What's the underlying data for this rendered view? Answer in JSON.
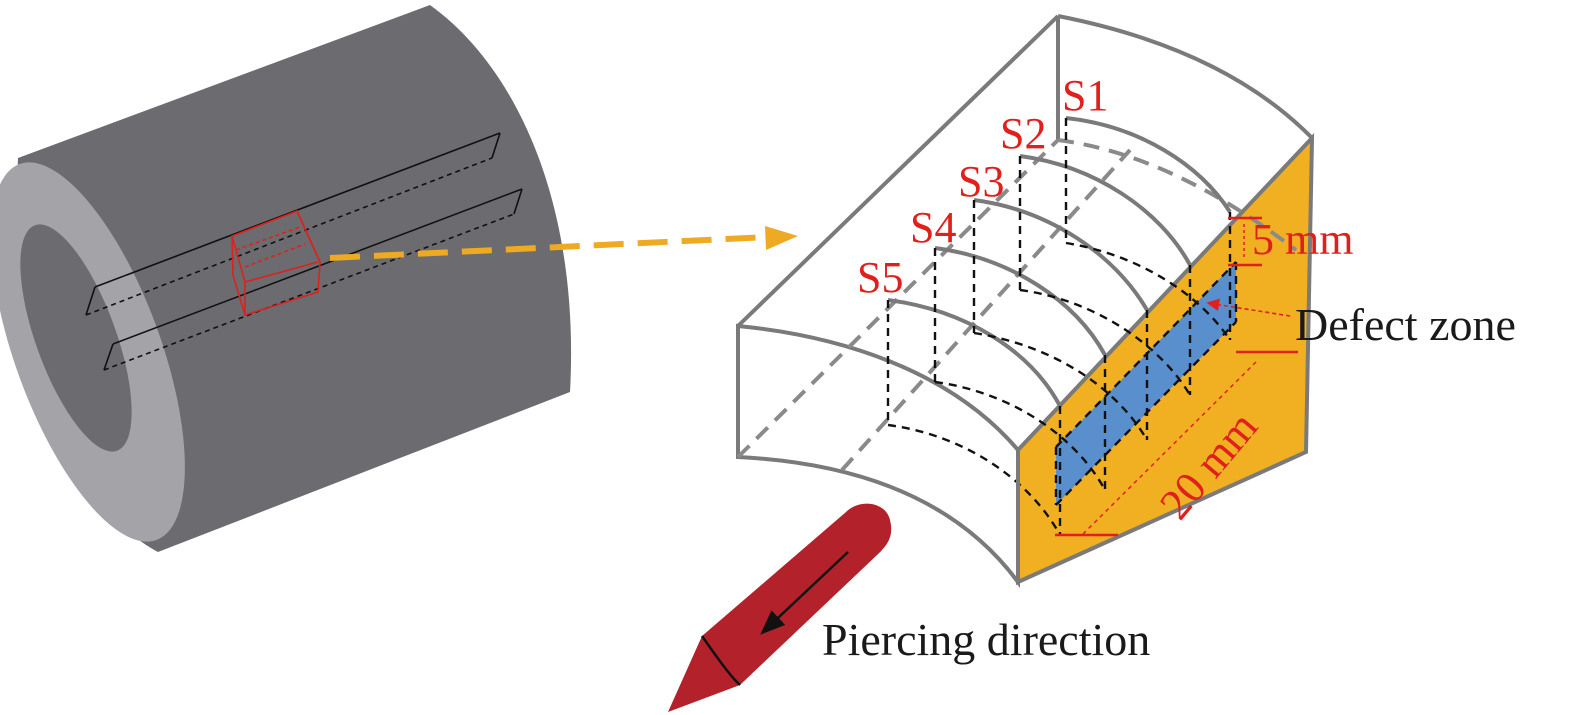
{
  "labels": {
    "sections": [
      "S1",
      "S2",
      "S3",
      "S4",
      "S5"
    ],
    "thickness": "5 mm",
    "defect_zone": "Defect zone",
    "length": "20 mm",
    "piercing_direction": "Piercing direction"
  },
  "colors": {
    "billet": "#6b6b70",
    "billet_inner": "#a4a4a8",
    "block_outline": "#7a7a7a",
    "orange_face": "#f0b022",
    "defect_fill": "#5a8fce",
    "label_red": "#e0201c",
    "arrow_orange": "#eeaa22",
    "piercer": "#b3222a"
  },
  "icons": {
    "piercer": "piercer-icon"
  }
}
